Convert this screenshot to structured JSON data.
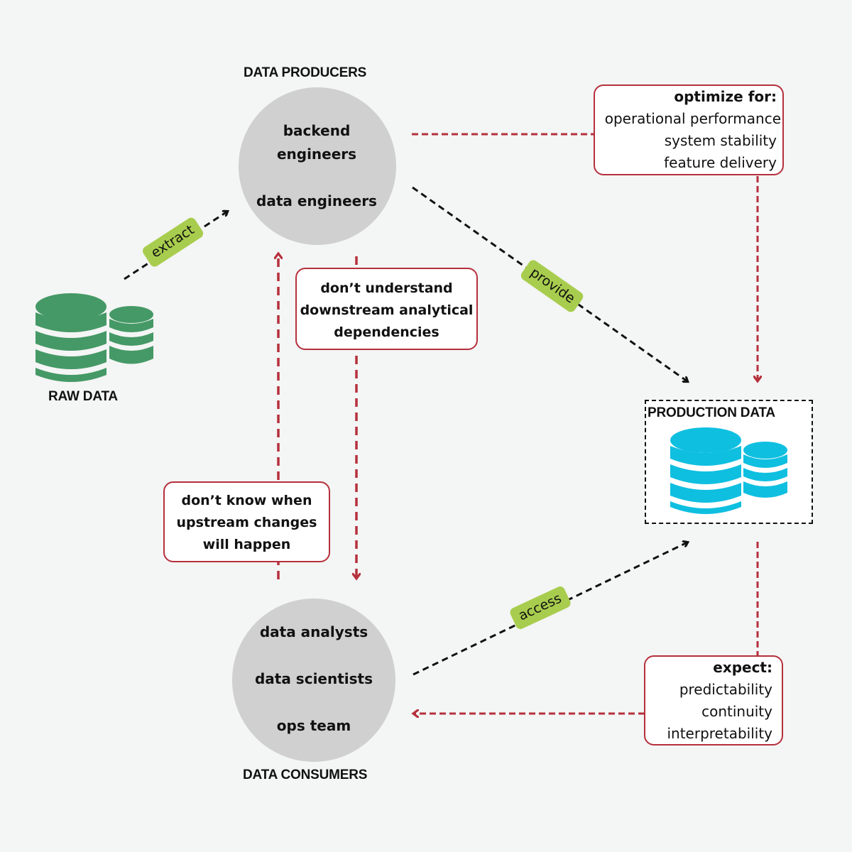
{
  "colors": {
    "background": "#f4f5f5",
    "circle_fill": "#d0d0d0",
    "note_border": "#b5303c",
    "dashed_red": "#b5303c",
    "dashed_black": "#111111",
    "tag_green": "#a8cd4e",
    "raw_data_db": "#459966",
    "production_db": "#0fbfe0"
  },
  "producers": {
    "heading": "DATA PRODUCERS",
    "lines": [
      "backend",
      "engineers",
      "data engineers"
    ]
  },
  "consumers": {
    "heading": "DATA CONSUMERS",
    "lines": [
      "data analysts",
      "data scientists",
      "ops team"
    ]
  },
  "raw_data": {
    "label": "RAW DATA",
    "icon": "database-stack-icon"
  },
  "production_data": {
    "label": "PRODUCTION DATA",
    "icon": "database-stack-icon"
  },
  "flows": {
    "extract": "extract",
    "provide": "provide",
    "access": "access"
  },
  "notes": {
    "optimize": {
      "heading": "optimize for:",
      "items": [
        "operational performance",
        "system stability",
        "feature delivery"
      ]
    },
    "expect": {
      "heading": "expect:",
      "items": [
        "predictability",
        "continuity",
        "interpretability"
      ]
    },
    "dont_understand": {
      "lines": [
        "don’t understand",
        "downstream analytical",
        "dependencies"
      ]
    },
    "dont_know": {
      "lines": [
        "don’t know when",
        "upstream changes",
        "will happen"
      ]
    }
  }
}
